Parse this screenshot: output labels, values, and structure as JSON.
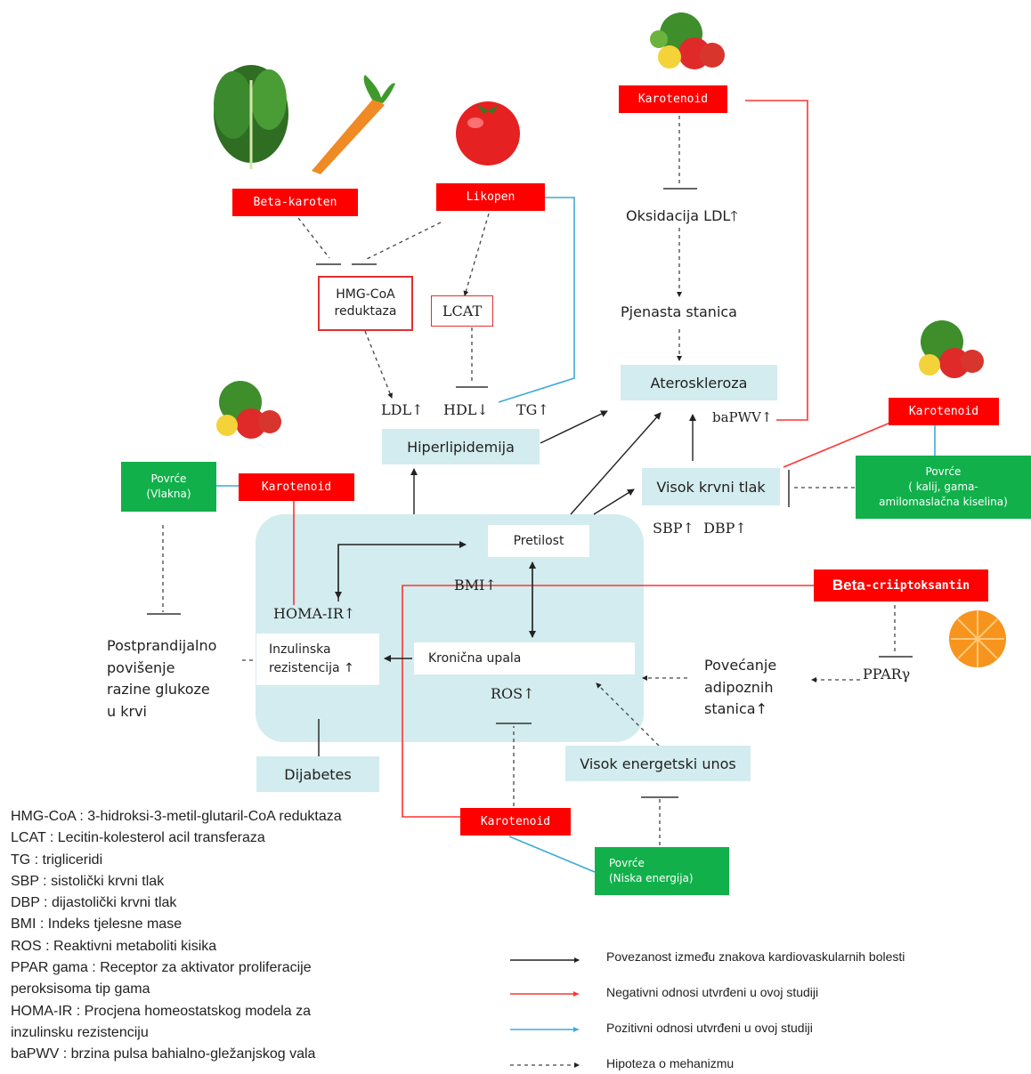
{
  "nodes": {
    "beta_karoten": "Beta-karoten",
    "likopen": "Likopen",
    "karotenoid_top": "Karotenoid",
    "karotenoid_left": "Karotenoid",
    "karotenoid_right": "Karotenoid",
    "karotenoid_bottom": "Karotenoid",
    "beta_prefix": "Beta",
    "beta_suffix": "-criiptoksantin",
    "hmg_coa": "HMG-CoA\nreduktaza",
    "lcat": "LCAT",
    "oksidacija": "Oksidacija LDL",
    "pjenasta": "Pjenasta stanica",
    "ateroskleroza": "Ateroskleroza",
    "ldl": "LDL↑",
    "hdl": "HDL↓",
    "tg": "TG↑",
    "bapwv": "baPWV↑",
    "hiperlipidemija": "Hiperlipidemija",
    "visok_krvni_tlak": "Visok krvni tlak",
    "sbp_dbp": "SBP↑  DBP↑",
    "povrce_vlakna": "Povrće\n(Vlakna)",
    "povrce_kalij": "Povrće\n( kalij, gama-\namilomaslačna kiselina)",
    "povrce_niska": "Povrće\n(Niska energija)",
    "pretilost": "Pretilost",
    "bmi": "BMI↑",
    "homa_ir": "HOMA-IR↑",
    "inzulinska": "Inzulinska\nrezistencija ↑",
    "kronicna_upala": "Kronična upala",
    "ros": "ROS↑",
    "postprandijalno": "Postprandijalno\npovišenje\nrazine glukoze\nu krvi",
    "povecanje": "Povećanje\nadipoznih\nstanica↑",
    "ppar": "PPARγ",
    "dijabetes": "Dijabetes",
    "visok_energetski": "Visok energetski unos"
  },
  "abbreviations": [
    "HMG-CoA : 3-hidroksi-3-metil-glutaril-CoA reduktaza",
    "LCAT : Lecitin-kolesterol acil transferaza",
    "TG : trigliceridi",
    "SBP : sistolički krvni tlak",
    "DBP : dijastolički krvni tlak",
    "BMI : Indeks tjelesne mase",
    "ROS : Reaktivni metaboliti kisika",
    "PPAR gama : Receptor za aktivator proliferacije",
    "peroksisoma tip gama",
    "HOMA-IR : Procjena homeostatskog modela za",
    "inzulinsku rezistenciju",
    "baPWV : brzina pulsa bahialno-gležanjskog vala"
  ],
  "key": [
    {
      "label": "Povezanost između znakova kardiovaskularnih bolesti",
      "color": "#222222",
      "style": "solid"
    },
    {
      "label": "Negativni odnosi utvrđeni u ovoj studiji",
      "color": "#ff3333",
      "style": "solid"
    },
    {
      "label": "Pozitivni odnosi utvrđeni u ovoj studiji",
      "color": "#3fa9d6",
      "style": "solid"
    },
    {
      "label": "Hipoteza o mehanizmu",
      "color": "#222222",
      "style": "dashed"
    }
  ],
  "colors": {
    "red_box": "#ff0000",
    "green_box": "#11b04b",
    "cyan_box": "#d3ecef",
    "negative": "#ff3333",
    "positive": "#3fa9d6"
  },
  "icons": [
    "lettuce-icon",
    "carrot-icon",
    "tomato-icon",
    "vegetable-basket-icon",
    "orange-icon"
  ]
}
